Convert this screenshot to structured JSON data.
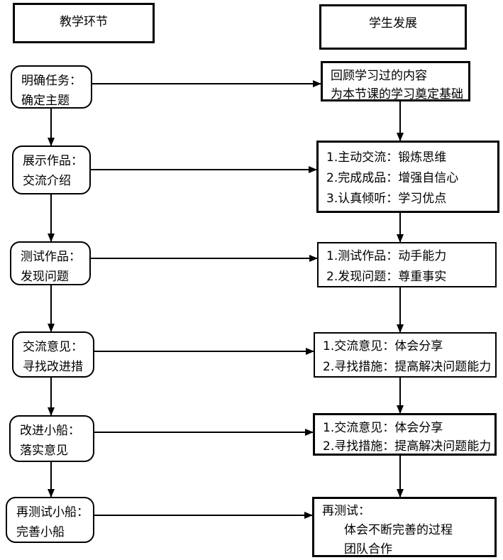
{
  "diagram": {
    "left_header": "教学环节",
    "right_header": "学生发展",
    "left_nodes": [
      {
        "lines": [
          "明确任务：",
          "确定主题"
        ]
      },
      {
        "lines": [
          "展示作品：",
          "交流介绍"
        ]
      },
      {
        "lines": [
          "测试作品：",
          "发现问题"
        ]
      },
      {
        "lines": [
          "交流意见：",
          "寻找改进措"
        ]
      },
      {
        "lines": [
          "改进小船：",
          "落实意见"
        ]
      },
      {
        "lines": [
          "再测试小船：",
          "完善小船"
        ]
      }
    ],
    "right_nodes": [
      {
        "lines": [
          "回顾学习过的内容",
          "为本节课的学习奠定基础"
        ]
      },
      {
        "lines": [
          "1.主动交流：锻炼思维",
          "2.完成成品：增强自信心",
          "3.认真倾听：学习优点"
        ]
      },
      {
        "lines": [
          "1.测试作品：动手能力",
          "2.发现问题：尊重事实"
        ]
      },
      {
        "lines": [
          "1.交流意见：体会分享",
          "2.寻找措施：提高解决问题能力"
        ]
      },
      {
        "lines": [
          "1.交流意见：体会分享",
          "2.寻找措施：提高解决问题能力"
        ]
      },
      {
        "lines": [
          "再测试：",
          "体会不断完善的过程",
          "团队合作"
        ]
      }
    ],
    "colors": {
      "line": "#000000",
      "background": "#ffffff",
      "text": "#000000"
    }
  }
}
